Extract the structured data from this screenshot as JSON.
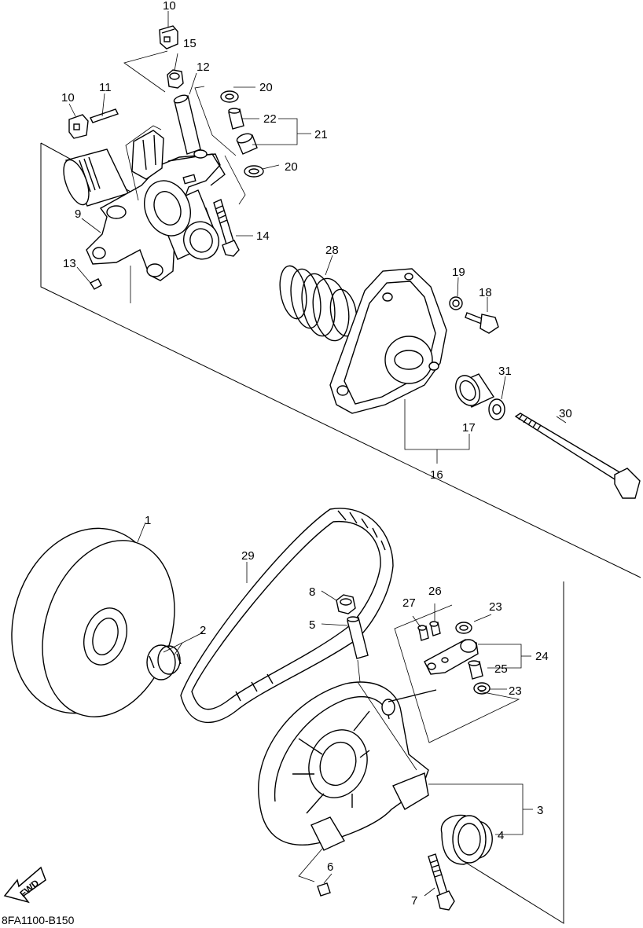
{
  "diagram_code": "8FA1100-B150",
  "fwd_label": "FWD",
  "callouts": {
    "c1": "1",
    "c2": "2",
    "c3": "3",
    "c4": "4",
    "c5": "5",
    "c6": "6",
    "c7": "7",
    "c8": "8",
    "c9": "9",
    "c10a": "10",
    "c10b": "10",
    "c11": "11",
    "c12": "12",
    "c13": "13",
    "c14": "14",
    "c15": "15",
    "c16": "16",
    "c17": "17",
    "c18": "18",
    "c19": "19",
    "c20a": "20",
    "c20b": "20",
    "c21": "21",
    "c22": "22",
    "c23a": "23",
    "c23b": "23",
    "c24": "24",
    "c25": "25",
    "c26": "26",
    "c27": "27",
    "c28": "28",
    "c29": "29",
    "c30": "30",
    "c31": "31"
  }
}
